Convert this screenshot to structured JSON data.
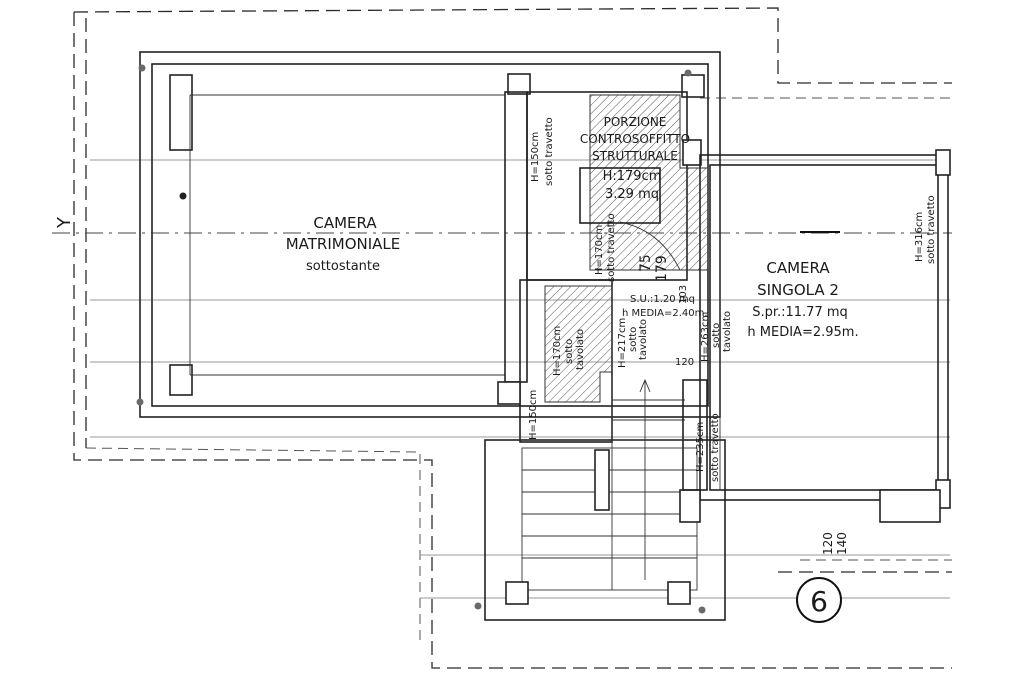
{
  "rooms": {
    "camera_matrimoniale": {
      "line1": "CAMERA",
      "line2": "MATRIMONIALE",
      "line3": "sottostante"
    },
    "porzione": {
      "line1": "PORZIONE",
      "line2": "CONTROSOFFITTO",
      "line3": "STRUTTURALE",
      "height": "H:179cm",
      "area": "3.29 mq"
    },
    "camera_singola": {
      "line1": "CAMERA",
      "line2": "SINGOLA 2",
      "area": "S.pr.:11.77 mq",
      "media": "h MEDIA=2.95m."
    },
    "disimpegno": {
      "su": "S.U.:1.20 mq",
      "media": "h MEDIA=2.40m."
    }
  },
  "height_labels": {
    "h150_top": "H=150cm",
    "sotto_travetto_1": "sotto travetto",
    "h170": "H=170cm",
    "sotto_travetto_2": "sotto travetto",
    "h170_lower": "H=170cm",
    "sotto_tavolato_1": "sotto",
    "sotto_tavolato_1b": "tavolato",
    "h150_bottom": "H=150cm",
    "h217": "H=217cm",
    "sotto_217": "sotto",
    "tavolato_217": "tavolato",
    "h263": "H=263cm",
    "sotto_263": "sotto",
    "tavolato_263": "tavolato",
    "h235": "H=235cm",
    "sotto_travetto_235": "sotto travetto",
    "h316": "H=316cm",
    "sotto_travetto_316": "sotto travetto"
  },
  "dimensions": {
    "d75": "75",
    "d179": "179",
    "d103": "103",
    "d120_mid": "120",
    "d120_bottom": "120",
    "d140_bottom": "140"
  },
  "markers": {
    "floor_number": "6",
    "section_mark": "Y"
  }
}
